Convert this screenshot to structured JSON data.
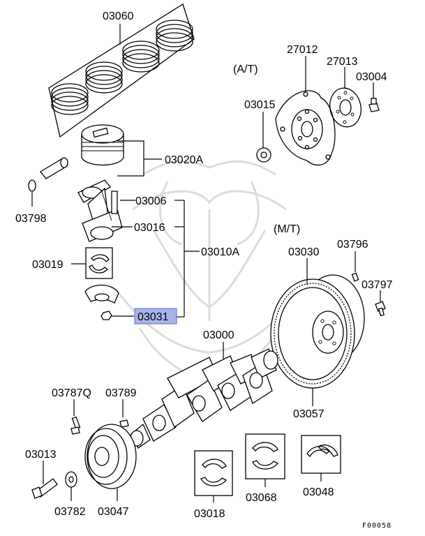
{
  "diagram": {
    "transmission_labels": {
      "at": "(A/T)",
      "mt": "(M/T)"
    },
    "part_labels": {
      "p03060": "03060",
      "p03020A": "03020A",
      "p03798": "03798",
      "p03006": "03006",
      "p03016": "03016",
      "p03010A": "03010A",
      "p03019": "03019",
      "p03031": "03031",
      "p27012": "27012",
      "p27013": "27013",
      "p03004": "03004",
      "p03015": "03015",
      "p03030": "03030",
      "p03796": "03796",
      "p03797": "03797",
      "p03000": "03000",
      "p03057": "03057",
      "p03787Q": "03787Q",
      "p03789": "03789",
      "p03013": "03013",
      "p03782": "03782",
      "p03047": "03047",
      "p03018": "03018",
      "p03068": "03068",
      "p03048": "03048"
    },
    "highlighted_part": "03031",
    "highlight_color": "#a9b4e8",
    "figure_code": "F00058"
  }
}
